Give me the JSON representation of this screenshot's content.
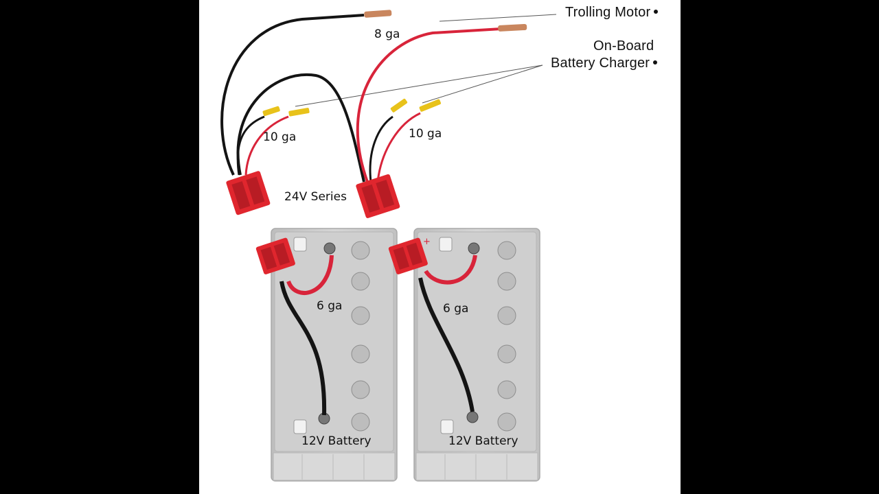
{
  "labels": {
    "trolling_motor": "Trolling Motor",
    "charger_line1": "On-Board",
    "charger_line2": "Battery Charger",
    "gauge_8": "8 ga",
    "gauge_10_left": "10 ga",
    "gauge_10_right": "10 ga",
    "series": "24V Series",
    "gauge_6_left": "6 ga",
    "gauge_6_right": "6 ga",
    "battery_left": "12V Battery",
    "battery_right": "12V Battery"
  },
  "colors": {
    "wire_black": "#141414",
    "wire_red": "#d8243a",
    "connector_red": "#e0262e",
    "terminal_yellow": "#e8c21a",
    "battery_gray": "#c9c9c9"
  }
}
